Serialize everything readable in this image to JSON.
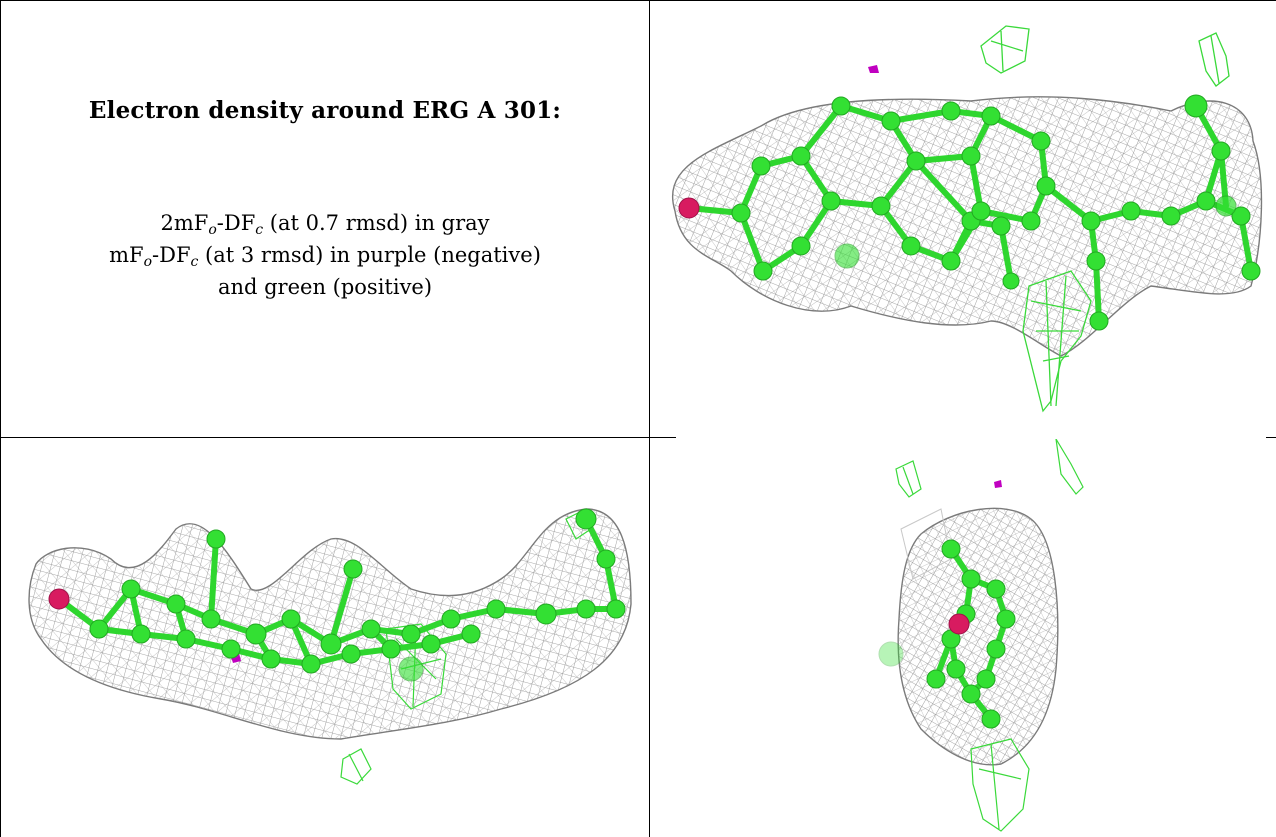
{
  "title": "Electron density around ERG A 301:",
  "legend": {
    "line1": {
      "pre": "2mF",
      "sub1": "o",
      "mid": "-DF",
      "sub2": "c",
      "post": " (at 0.7 rmsd) in gray"
    },
    "line2": {
      "pre": "mF",
      "sub1": "o",
      "mid": "-DF",
      "sub2": "c",
      "post": " (at 3 rmsd) in purple (negative)"
    },
    "line3": "and green (positive)"
  },
  "colors": {
    "mesh_gray": "#8a8a8a",
    "atom_green": "#33e033",
    "bond_green": "#2ed62e",
    "oxygen_red": "#d81b60",
    "negative_purple": "#c000c0",
    "positive_green_mesh": "#3ad93a"
  }
}
